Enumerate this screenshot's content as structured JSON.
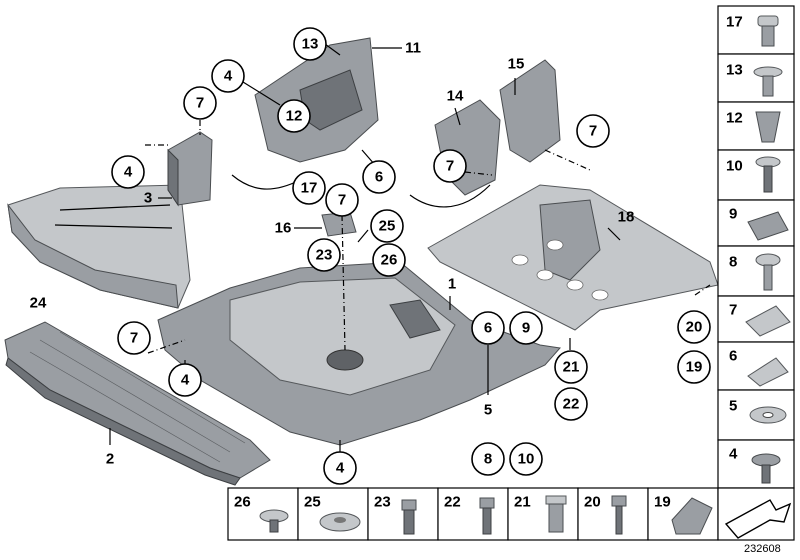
{
  "diagram_code": "232608",
  "callouts": [
    {
      "id": "c13",
      "label": "13"
    },
    {
      "id": "c11",
      "label": "11"
    },
    {
      "id": "c4a",
      "label": "4"
    },
    {
      "id": "c12",
      "label": "12"
    },
    {
      "id": "c7a",
      "label": "7"
    },
    {
      "id": "c4b",
      "label": "4"
    },
    {
      "id": "c3",
      "label": "3"
    },
    {
      "id": "c6a",
      "label": "6"
    },
    {
      "id": "c15",
      "label": "15"
    },
    {
      "id": "c14",
      "label": "14"
    },
    {
      "id": "c7b",
      "label": "7"
    },
    {
      "id": "c7c",
      "label": "7"
    },
    {
      "id": "c17",
      "label": "17"
    },
    {
      "id": "c7d",
      "label": "7"
    },
    {
      "id": "c16",
      "label": "16"
    },
    {
      "id": "c25",
      "label": "25"
    },
    {
      "id": "c23",
      "label": "23"
    },
    {
      "id": "c26",
      "label": "26"
    },
    {
      "id": "c18",
      "label": "18"
    },
    {
      "id": "c24",
      "label": "24"
    },
    {
      "id": "c1",
      "label": "1"
    },
    {
      "id": "c7e",
      "label": "7"
    },
    {
      "id": "c6b",
      "label": "6"
    },
    {
      "id": "c9",
      "label": "9"
    },
    {
      "id": "c20",
      "label": "20"
    },
    {
      "id": "c21",
      "label": "21"
    },
    {
      "id": "c19",
      "label": "19"
    },
    {
      "id": "c4c",
      "label": "4"
    },
    {
      "id": "c22",
      "label": "22"
    },
    {
      "id": "c5",
      "label": "5"
    },
    {
      "id": "c2",
      "label": "2"
    },
    {
      "id": "c8",
      "label": "8"
    },
    {
      "id": "c10",
      "label": "10"
    },
    {
      "id": "c4d",
      "label": "4"
    }
  ],
  "legend_right": [
    "17",
    "13",
    "12",
    "10",
    "9",
    "8",
    "7",
    "6",
    "5",
    "4"
  ],
  "legend_bottom": [
    "26",
    "25",
    "23",
    "22",
    "21",
    "20",
    "19"
  ]
}
